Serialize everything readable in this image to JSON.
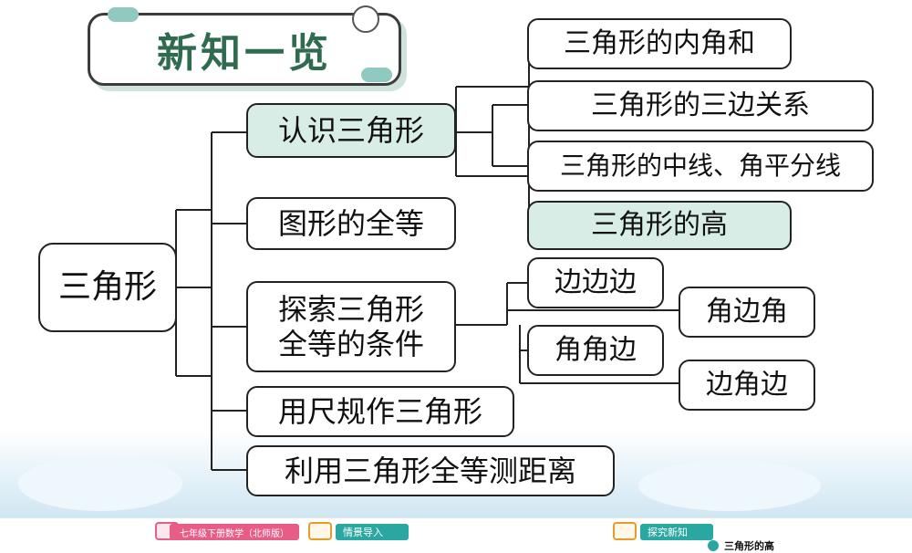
{
  "title": "新知一览",
  "root": "三角形",
  "branches": [
    {
      "label": "认识三角形",
      "highlight": true,
      "children": [
        {
          "label": "三角形的内角和",
          "highlight": false
        },
        {
          "label": "三角形的三边关系",
          "highlight": false
        },
        {
          "label": "三角形的中线、角平分线",
          "highlight": false
        },
        {
          "label": "三角形的高",
          "highlight": true
        }
      ]
    },
    {
      "label": "图形的全等",
      "highlight": false
    },
    {
      "label": "探索三角形全等的条件",
      "line1": "探索三角形",
      "line2": "全等的条件",
      "highlight": false,
      "children": [
        {
          "label": "边边边"
        },
        {
          "label": "角边角"
        },
        {
          "label": "角角边"
        },
        {
          "label": "边角边"
        }
      ]
    },
    {
      "label": "用尺规作三角形",
      "highlight": false
    },
    {
      "label": "利用三角形全等测距离",
      "highlight": false
    }
  ],
  "footer": {
    "book": "七年级下册数学（北师版）",
    "tab1": "情景导入",
    "tab2": "探究新知",
    "tab3": "三角形的高"
  },
  "colors": {
    "highlight": "#d9ede7",
    "title": "#2f6b4f",
    "footer_pink": "#e85d87",
    "footer_teal": "#2aa7a0"
  }
}
